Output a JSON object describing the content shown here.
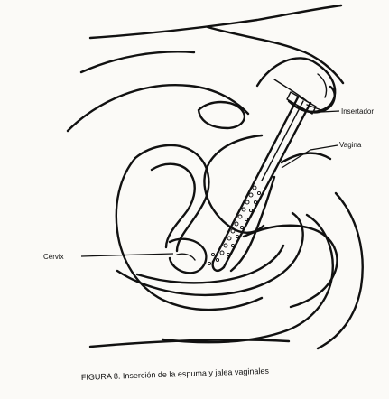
{
  "figure": {
    "labels": {
      "insertador": "Insertador",
      "vagina": "Vagina",
      "cervix": "Cérvix"
    },
    "caption": "FIGURA 8. Inserción de la espuma y jalea vaginales"
  },
  "colors": {
    "ink": "#111111",
    "paper": "#fbfaf7"
  }
}
